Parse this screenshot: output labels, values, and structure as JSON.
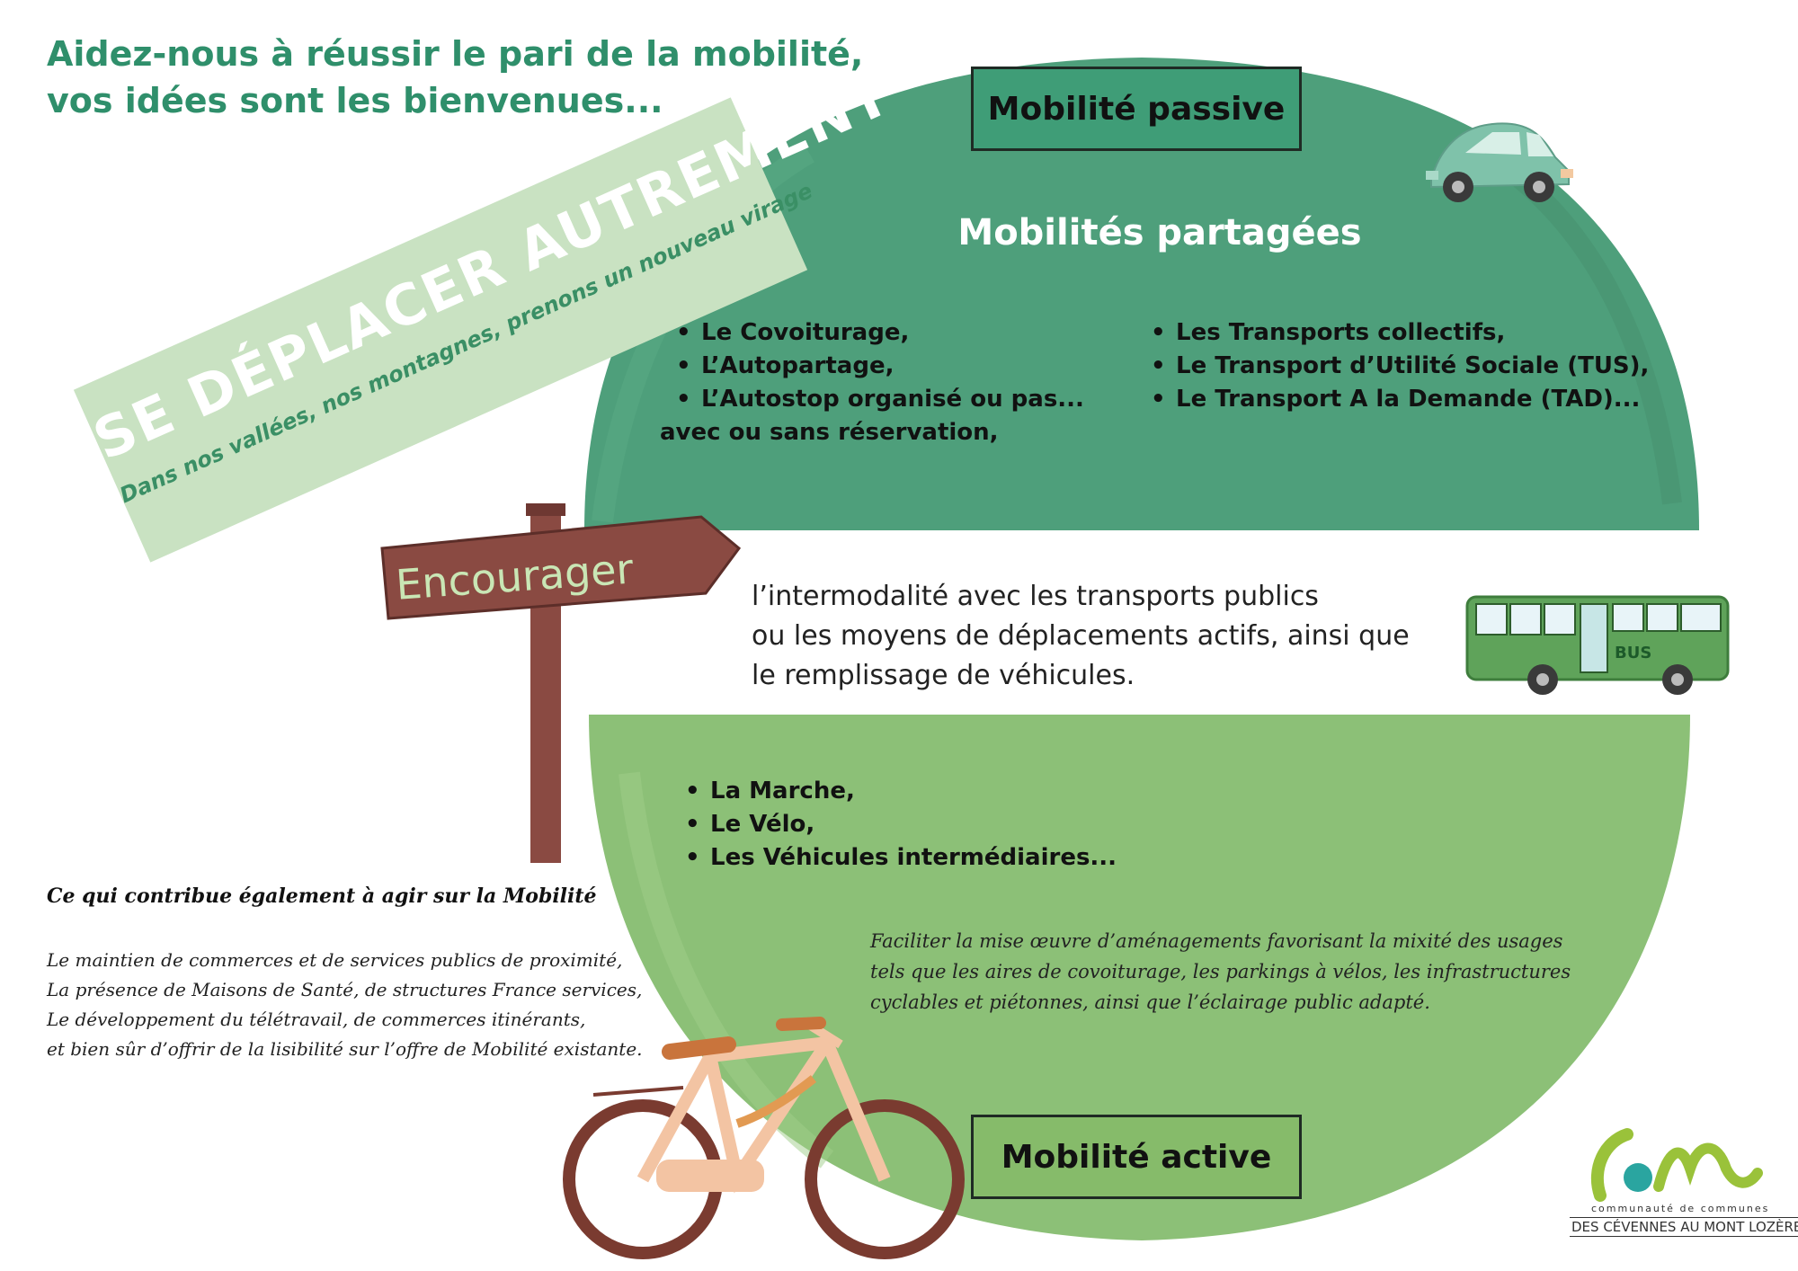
{
  "headline": {
    "line1": "Aidez-nous à réussir le pari de la mobilité,",
    "line2": "vos idées sont les bienvenues..."
  },
  "tape": {
    "title": "SE DÉPLACER AUTREMENT",
    "subtitle": "Dans nos vallées, nos montagnes, prenons un nouveau virage"
  },
  "sign": {
    "label": "Encourager"
  },
  "passive": {
    "tag": "Mobilité passive",
    "section_title": "Mobilités partagées",
    "left_items": [
      "Le Covoiturage,",
      "L’Autopartage,",
      "L’Autostop organisé ou pas..."
    ],
    "left_continuation": "avec ou sans réservation,",
    "right_items": [
      "Les Transports collectifs,",
      "Le Transport d’Utilité Sociale (TUS),",
      "Le Transport A la Demande (TAD)..."
    ]
  },
  "intermodal": {
    "lines": [
      "l’intermodalité avec les transports publics",
      "ou les moyens de déplacements actifs, ainsi que",
      "le remplissage de véhicules."
    ]
  },
  "bus": {
    "label": "BUS"
  },
  "active": {
    "tag": "Mobilité active",
    "items": [
      "La Marche,",
      "Le Vélo,",
      "Les Véhicules intermédiaires..."
    ],
    "facilitate_lines": [
      "Faciliter la mise œuvre d’aménagements favorisant la mixité des usages",
      "tels que les aires de covoiturage, les parkings à vélos, les infrastructures",
      "cyclables et piétonnes, ainsi que l’éclairage public adapté."
    ]
  },
  "contribution": {
    "title": "Ce qui contribue également à agir sur la Mobilité",
    "lines": [
      "Le maintien de commerces et de services publics de proximité,",
      "La présence de Maisons de Santé, de structures France services,",
      "Le développement du télétravail, de commerces itinérants,",
      "et bien sûr d’offrir de la lisibilité sur l’offre de Mobilité existante."
    ]
  },
  "logo": {
    "line1": "communauté de communes",
    "line2": "DES CÉVENNES AU MONT LOZÈRE"
  },
  "colors": {
    "passive_green": "#4e9f7b",
    "active_green": "#8cc077",
    "headline_green": "#2f8f6b",
    "tape_green": "#c9e2c2",
    "sign_brown": "#8a4a42"
  },
  "icons": [
    "car-icon",
    "bus-icon",
    "bicycle-icon",
    "signpost-icon",
    "logo-mark"
  ]
}
